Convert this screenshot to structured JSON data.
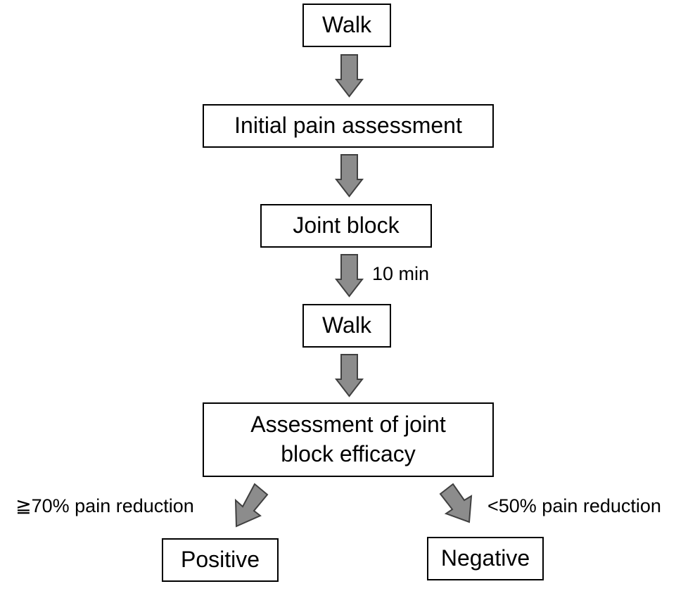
{
  "flowchart": {
    "steps": {
      "walk_1": "Walk",
      "initial_pain_assessment": "Initial pain assessment",
      "joint_block": "Joint block",
      "walk_2": "Walk",
      "assessment_line_1": "Assessment of joint",
      "assessment_line_2": "block efficacy",
      "positive": "Positive",
      "negative": "Negative"
    },
    "labels": {
      "interval": "10 min",
      "positive_criterion": "≧70% pain reduction",
      "negative_criterion": "<50% pain reduction"
    }
  },
  "colors": {
    "arrow_fill": "#8c8c8c",
    "arrow_stroke": "#404040",
    "box_border": "#000000"
  }
}
